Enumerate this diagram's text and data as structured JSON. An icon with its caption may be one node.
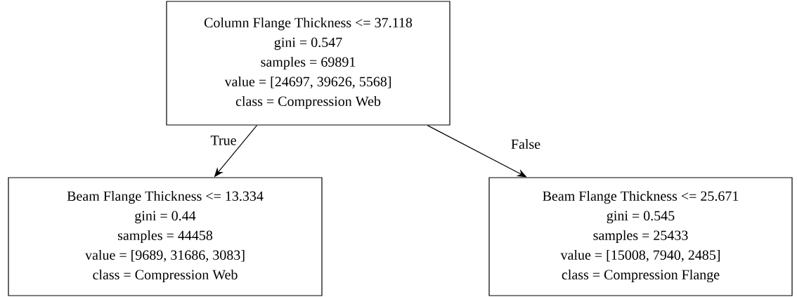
{
  "diagram": {
    "nodes": [
      {
        "text": [
          "Column Flange Thickness <= 37.118",
          "gini = 0.547",
          "samples = 69891",
          "value = [24697, 39626, 5568]",
          "class = Compression Web"
        ]
      },
      {
        "text": [
          "Beam Flange Thickness <= 13.334",
          "gini = 0.44",
          "samples = 44458",
          "value = [9689, 31686, 3083]",
          "class = Compression Web"
        ]
      },
      {
        "text": [
          "Beam Flange Thickness <= 25.671",
          "gini = 0.545",
          "samples = 25433",
          "value = [15008, 7940, 2485]",
          "class = Compression Flange"
        ]
      }
    ],
    "edges": [
      {
        "from": 0,
        "to": 1,
        "arrow": "to",
        "label": "True"
      },
      {
        "from": 0,
        "to": 2,
        "arrow": "to",
        "label": "False"
      }
    ]
  }
}
